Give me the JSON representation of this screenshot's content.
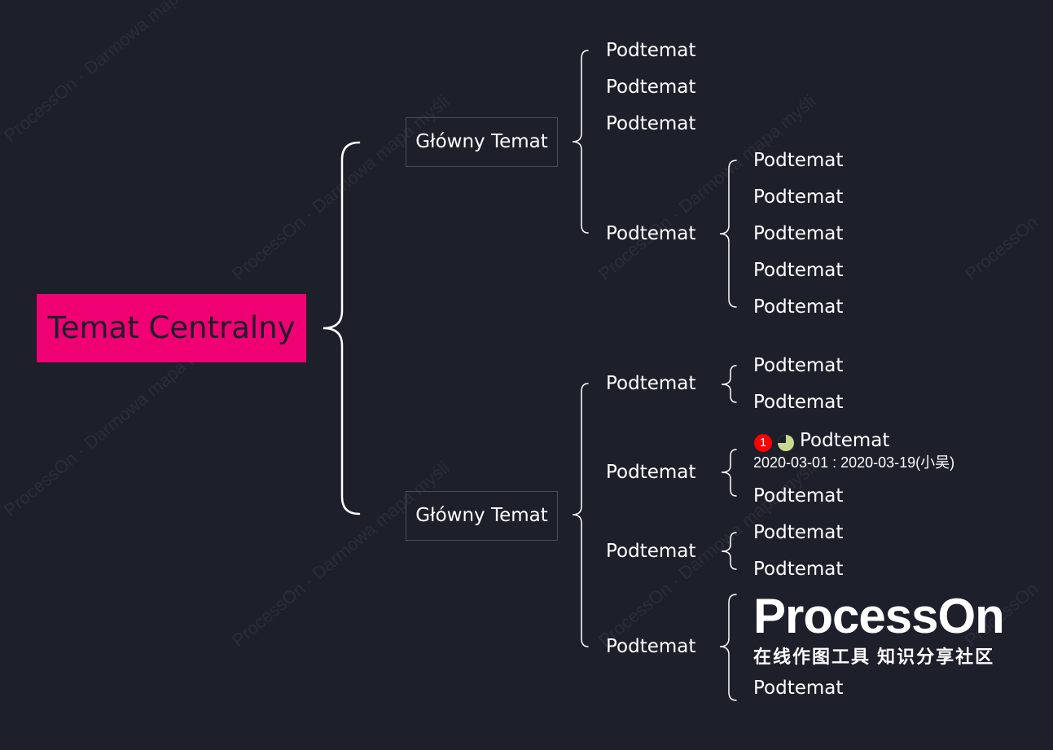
{
  "central": {
    "label": "Temat Centralny"
  },
  "main_topics": [
    {
      "label": "Główny Temat"
    },
    {
      "label": "Główny Temat"
    }
  ],
  "subtopic_label": "Podtemat",
  "task": {
    "priority": "1",
    "date_range": "2020-03-01 : 2020-03-19(小吴)"
  },
  "logo": {
    "name": "ProcessOn",
    "tagline": "在线作图工具 知识分享社区"
  },
  "colors": {
    "background": "#1d1f2b",
    "central_fill": "#ef0073",
    "priority": "#ff0000",
    "progress": "#c8d98f"
  }
}
